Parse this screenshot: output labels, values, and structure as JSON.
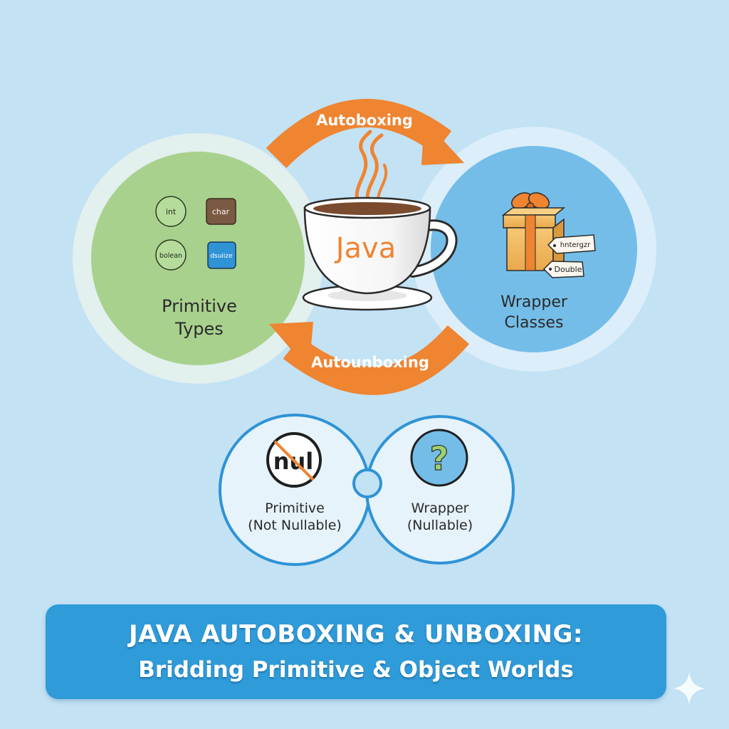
{
  "diagram": {
    "flow_top": "Autoboxing",
    "flow_bottom": "Autounboxing",
    "center_cup_text": "Java",
    "primitive": {
      "title_line1": "Primitive",
      "title_line2": "Types",
      "chips": [
        "int",
        "char",
        "bolean",
        "dsuiize"
      ]
    },
    "wrapper": {
      "title_line1": "Wrapper",
      "title_line2": "Classes",
      "tags": [
        "hntergzr",
        "Double"
      ]
    },
    "comparison": {
      "left_icon_text": "nul",
      "left_line1": "Primitive",
      "left_line2": "(Not Nullable)",
      "right_icon_text": "?",
      "right_line1": "Wrapper",
      "right_line2": "(Nullable)"
    }
  },
  "banner": {
    "title": "JAVA AUTOBOXING & UNBOXING:",
    "subtitle": "Bridding Primitive & Object Worlds"
  },
  "colors": {
    "background": "#c3e2f4",
    "primitive_circle": "#a9d18e",
    "wrapper_circle": "#74bde8",
    "arrow": "#ef8431",
    "banner": "#2f9bd9",
    "java_text": "#ef8431"
  }
}
